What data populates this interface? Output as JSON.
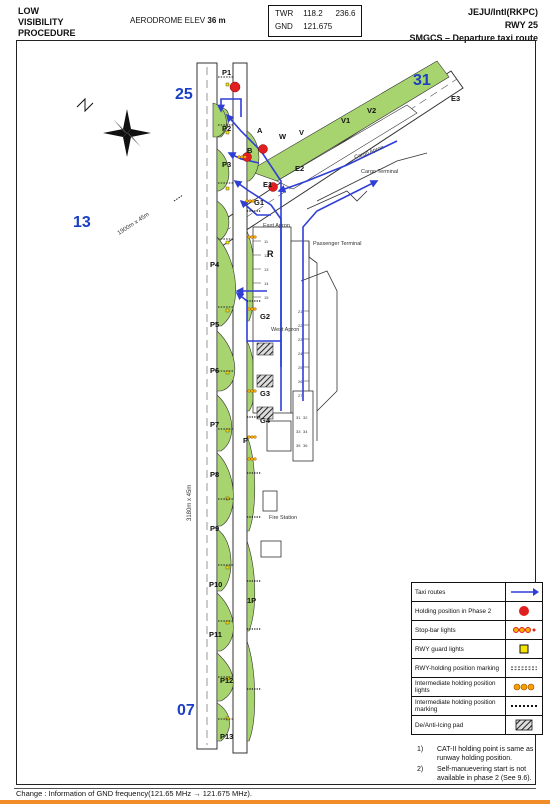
{
  "header": {
    "procedure": [
      "LOW",
      "VISIBILITY",
      "PROCEDURE"
    ],
    "elevation_label": "AERODROME ELEV",
    "elevation_value": "36 m",
    "frequencies": [
      {
        "name": "TWR",
        "values": [
          "118.2",
          "236.6"
        ]
      },
      {
        "name": "GND",
        "values": [
          "121.675",
          ""
        ]
      }
    ],
    "airport": "JEJU/Intl(RKPC)",
    "runway": "RWY 25",
    "title": "SMGCS – Departure taxi route"
  },
  "map": {
    "runway_designators": [
      "25",
      "31",
      "13",
      "07"
    ],
    "runway_dimensions": [
      "3180m x 45m",
      "1900m x 45m"
    ],
    "main_holding_points": [
      "P1",
      "P2",
      "P3",
      "P4",
      "P5",
      "P6",
      "P7",
      "P8",
      "P9",
      "P10",
      "P11",
      "P12",
      "P13"
    ],
    "taxiway_labels": [
      "A",
      "B",
      "W",
      "V",
      "E1",
      "E2",
      "E3",
      "V1",
      "V2",
      "G1",
      "G2",
      "G3",
      "G4",
      "R",
      "P",
      "1P"
    ],
    "area_labels": [
      "Cargo Apron",
      "Cargo Terminal",
      "East Apron",
      "Passenger Terminal",
      "West Apron",
      "Fire Station"
    ],
    "stand_numbers": {
      "a": [
        "11",
        "12",
        "13",
        "14",
        "15"
      ],
      "b": [
        "21",
        "22",
        "23",
        "24",
        "25",
        "26",
        "27"
      ],
      "c": [
        "31",
        "32",
        "33",
        "34",
        "35",
        "36"
      ]
    },
    "colors": {
      "grass": "#a8d46f",
      "route": "#2f3fd6",
      "hold": "#e02020",
      "label": "#1a3fc4",
      "paved": "#ffffff",
      "outline": "#333333"
    }
  },
  "legend": {
    "items": [
      {
        "label": "Taxi routes",
        "symbol": "arrow-icon"
      },
      {
        "label": "Holding position in Phase 2",
        "symbol": "red-dot-icon"
      },
      {
        "label": "Stop-bar lights",
        "symbol": "stopbar-icon"
      },
      {
        "label": "RWY guard lights",
        "symbol": "yellow-square-icon"
      },
      {
        "label": "RWY-holding position marking",
        "symbol": "dashed-marking-icon"
      },
      {
        "label": "Intermediate holding position lights",
        "symbol": "amber-lights-icon"
      },
      {
        "label": "Intermediate holding position marking",
        "symbol": "dotted-marking-icon"
      },
      {
        "label": "De/Anti-Icing pad",
        "symbol": "hatched-pad-icon"
      }
    ]
  },
  "notes": [
    {
      "num": "1)",
      "text": "CAT-II holding point is same as runway holding position."
    },
    {
      "num": "2)",
      "text": "Self-manuevering start is not available in phase 2 (See 9.6)."
    }
  ],
  "footer": {
    "text": "Change : Information of GND frequency(121.65 MHz → 121.675 MHz)."
  }
}
